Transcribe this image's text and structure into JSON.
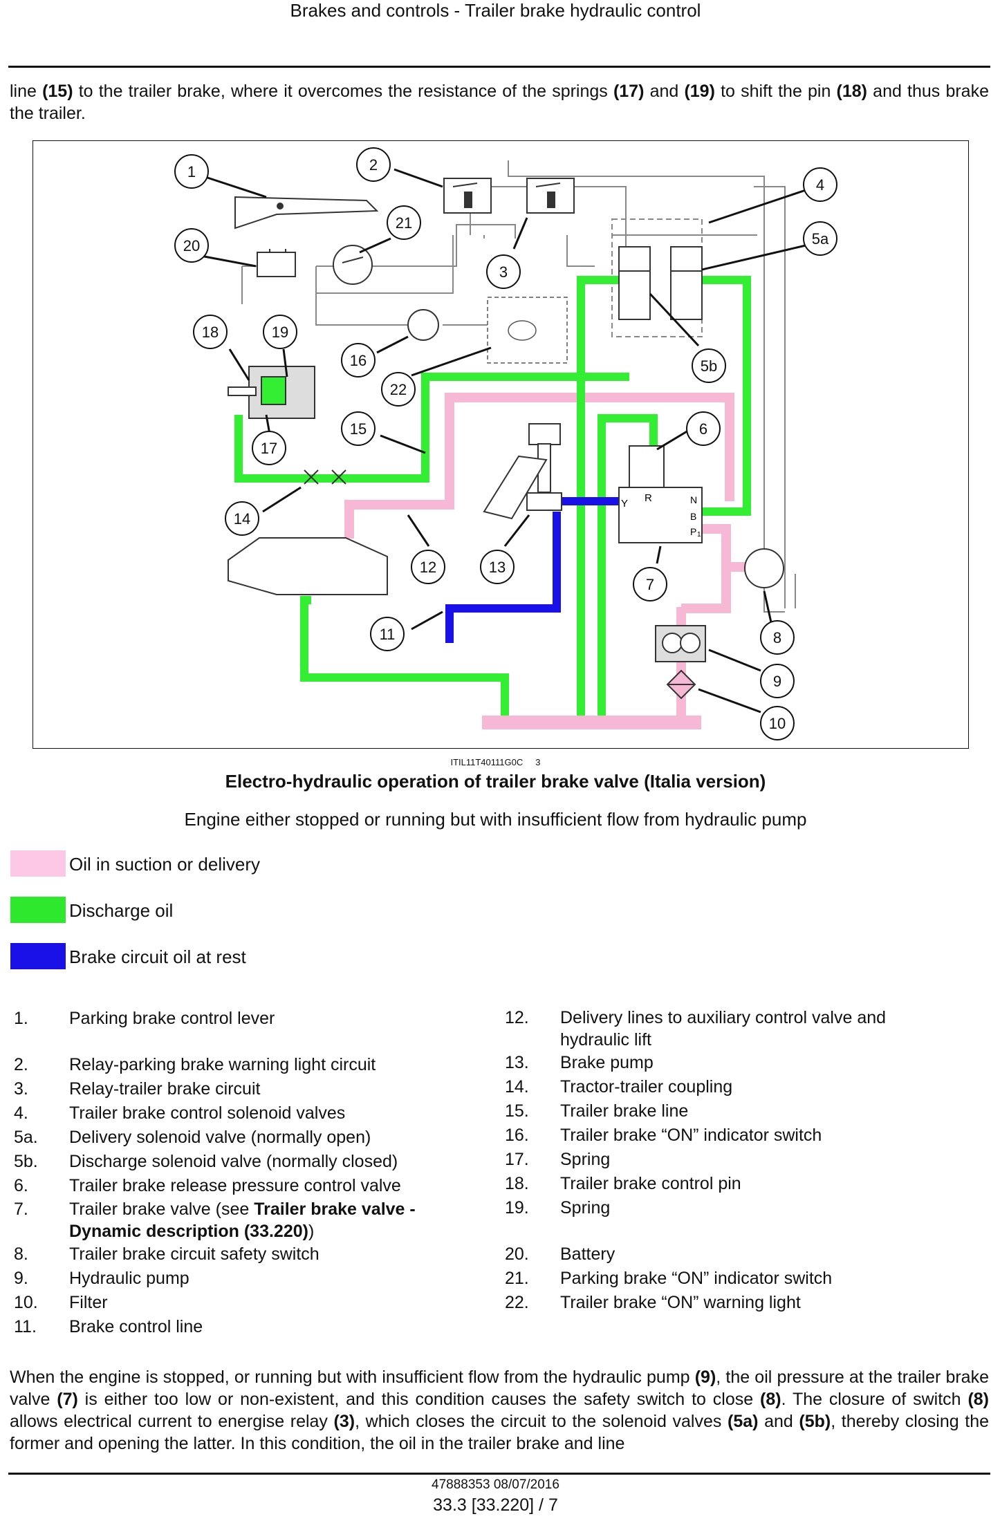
{
  "header": {
    "title": "Brakes and controls - Trailer brake hydraulic control"
  },
  "intro": {
    "t1": "line ",
    "b1": "(15)",
    "t2": " to the trailer brake, where it overcomes the resistance of the springs ",
    "b2": "(17)",
    "t3": " and ",
    "b3": "(19)",
    "t4": " to shift the pin ",
    "b4": "(18)",
    "t5": " and thus brake the trailer."
  },
  "figure": {
    "code": "ITIL11T40111G0C",
    "num": "3",
    "caption": "Electro-hydraulic operation of trailer brake valve (Italia version)",
    "subcaption": "Engine either stopped or running but with insufficient flow from hydraulic pump",
    "callouts": [
      "1",
      "2",
      "3",
      "4",
      "5a",
      "5b",
      "6",
      "7",
      "8",
      "9",
      "10",
      "11",
      "12",
      "13",
      "14",
      "15",
      "16",
      "17",
      "18",
      "19",
      "20",
      "21",
      "22"
    ],
    "valve_ports": {
      "y": "Y",
      "r": "R",
      "n": "N",
      "b": "B",
      "p": "P",
      "one": "1"
    },
    "colors": {
      "suction": "#f9c3de",
      "discharge": "#33ee33",
      "brake": "#1a10e8"
    }
  },
  "legend": [
    {
      "color": "#fcc8e6",
      "label": "Oil in suction or delivery"
    },
    {
      "color": "#2ee82e",
      "label": "Discharge oil"
    },
    {
      "color": "#1a10e8",
      "label": "Brake circuit oil at rest"
    }
  ],
  "parts_left": [
    {
      "num": "1.",
      "label": "Parking brake control lever"
    },
    {
      "num": "2.",
      "label": "Relay-parking brake warning light circuit"
    },
    {
      "num": "3.",
      "label": "Relay-trailer brake circuit"
    },
    {
      "num": "4.",
      "label": "Trailer brake control solenoid valves"
    },
    {
      "num": "5a.",
      "label": "Delivery solenoid valve (normally open)"
    },
    {
      "num": "5b.",
      "label": "Discharge solenoid valve (normally closed)"
    },
    {
      "num": "6.",
      "label": "Trailer brake release pressure control valve"
    },
    {
      "num": "7.",
      "label": "Trailer brake valve (see ",
      "bold": "Trailer brake valve -",
      "bold2": "Dynamic description (33.220)",
      "tail": ")"
    },
    {
      "num": "8.",
      "label": "Trailer brake circuit safety switch"
    },
    {
      "num": "9.",
      "label": "Hydraulic pump"
    },
    {
      "num": "10.",
      "label": "Filter"
    },
    {
      "num": "11.",
      "label": "Brake control line"
    }
  ],
  "parts_right": [
    {
      "num": "12.",
      "label": "Delivery lines to auxiliary control valve and",
      "label2": "hydraulic lift"
    },
    {
      "num": "13.",
      "label": "Brake pump"
    },
    {
      "num": "14.",
      "label": "Tractor-trailer coupling"
    },
    {
      "num": "15.",
      "label": "Trailer brake line"
    },
    {
      "num": "16.",
      "label": "Trailer brake “ON” indicator switch"
    },
    {
      "num": "17.",
      "label": "Spring"
    },
    {
      "num": "18.",
      "label": "Trailer brake control pin"
    },
    {
      "num": "19.",
      "label": "Spring"
    },
    {
      "num": "20.",
      "label": "Battery"
    },
    {
      "num": "21.",
      "label": "Parking brake “ON” indicator switch"
    },
    {
      "num": "22.",
      "label": "Trailer brake “ON” warning light"
    }
  ],
  "body": {
    "t1": "When the engine is stopped, or running but with insufficient flow from the hydraulic pump ",
    "b1": "(9)",
    "t2": ", the oil pressure at the trailer brake valve ",
    "b2": "(7)",
    "t3": " is either too low or non-existent, and this condition causes the safety switch to close ",
    "b3": "(8)",
    "t4": ". The closure of switch ",
    "b4": "(8)",
    "t5": " allows electrical current to energise relay ",
    "b5": "(3)",
    "t6": ", which closes the circuit to the solenoid valves ",
    "b6": "(5a)",
    "t7": " and ",
    "b7": "(5b)",
    "t8": ", thereby closing the former and opening the latter. In this condition, the oil in the trailer brake and line"
  },
  "footer": {
    "doc": "47888353 08/07/2016",
    "page": "33.3 [33.220] / 7"
  }
}
